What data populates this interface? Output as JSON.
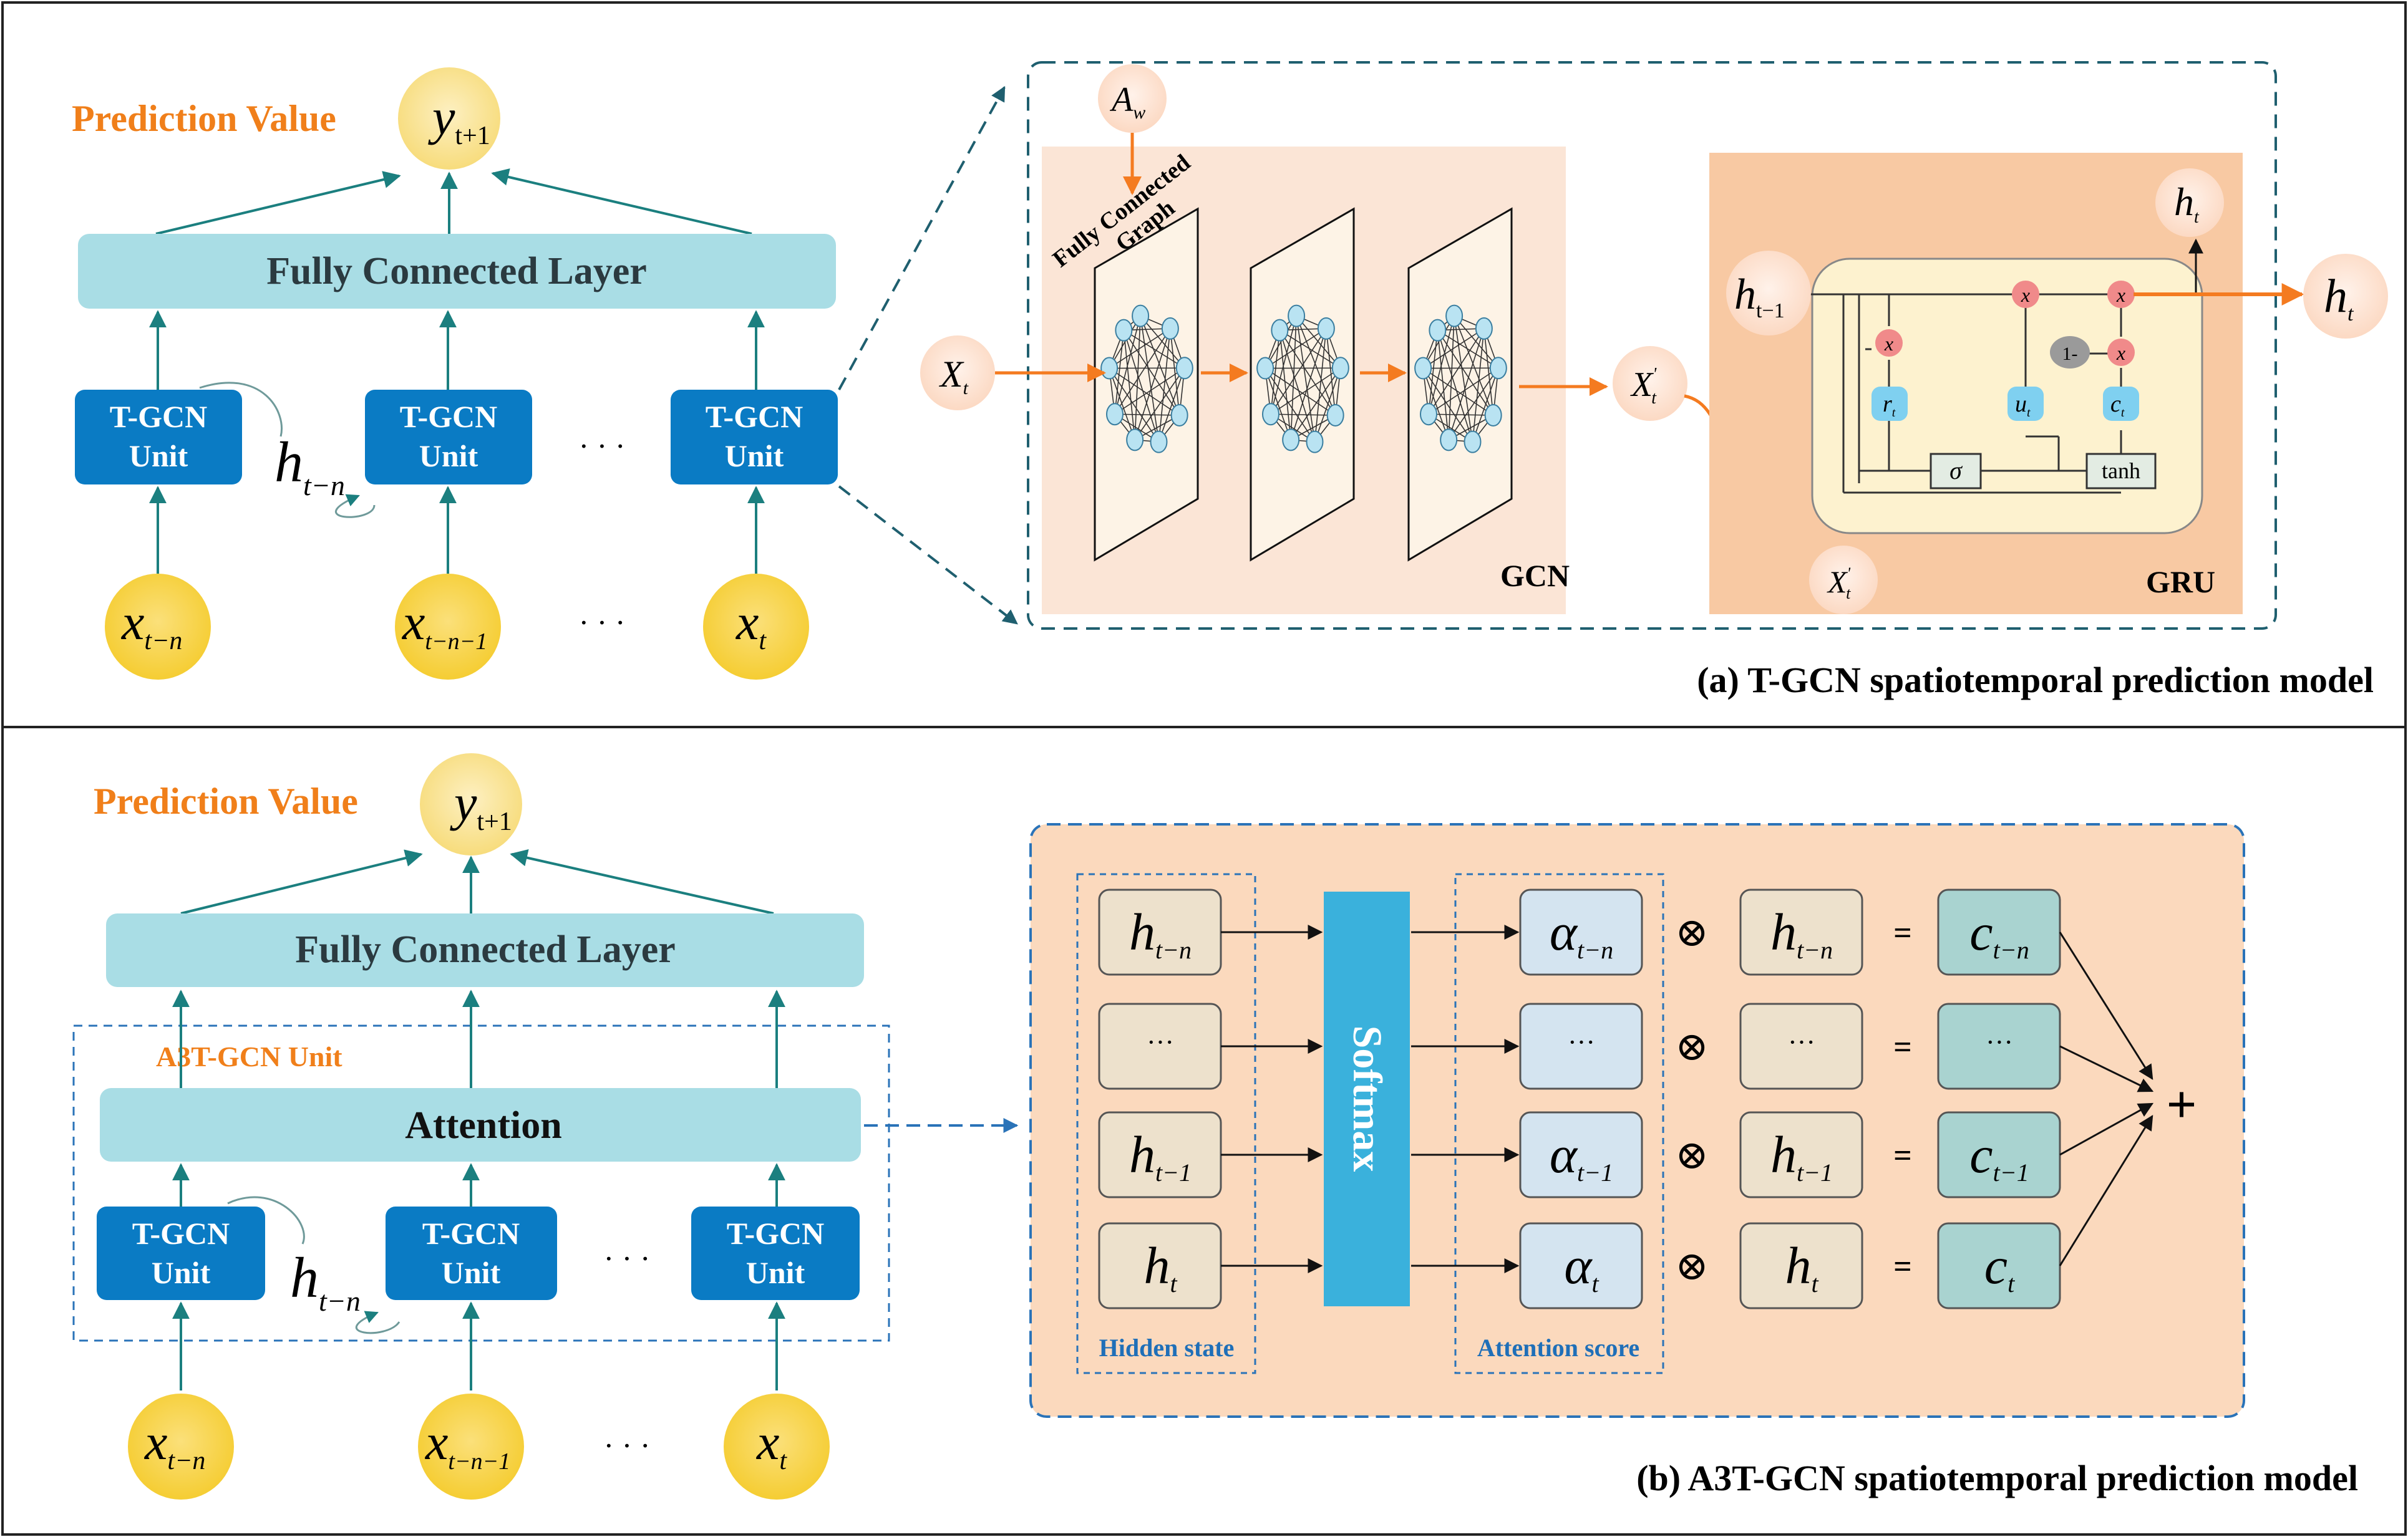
{
  "panel_a": {
    "caption": "(a)  T-GCN spatiotemporal prediction model",
    "prediction_label": "Prediction Value",
    "output_sym": "y",
    "output_sub": "t+1",
    "fc_label": "Fully Connected Layer",
    "unit_line1": "T-GCN",
    "unit_line2": "Unit",
    "hidden_sym": "h",
    "hidden_sub": "t−n",
    "ellipsis": "· · ·",
    "inputs": [
      {
        "sym": "x",
        "sub": "t−n"
      },
      {
        "sym": "x",
        "sub": "t−n−1"
      },
      {
        "sym": "x",
        "sub": "t"
      }
    ],
    "detail": {
      "adj_sym": "A",
      "adj_sub": "w",
      "graph_label_line1": "Fully Connected",
      "graph_label_line2": "Graph",
      "gcn_label": "GCN",
      "gru_label": "GRU",
      "in_sym": "X",
      "in_sub": "t",
      "mid_sym": "X",
      "mid_sub": "t",
      "mid_prime": "'",
      "hprev_sym": "h",
      "hprev_sub": "t−1",
      "hout_sym": "h",
      "hout_sub": "t",
      "mult": "x",
      "one_minus": "1-",
      "gate_r": "r",
      "gate_u": "u",
      "gate_c": "c",
      "gate_sub": "t",
      "sigma": "σ",
      "tanh": "tanh"
    }
  },
  "panel_b": {
    "caption": "(b)  A3T-GCN spatiotemporal prediction model",
    "prediction_label": "Prediction Value",
    "output_sym": "y",
    "output_sub": "t+1",
    "fc_label": "Fully Connected Layer",
    "unit_group_label": "A3T-GCN Unit",
    "attention_label": "Attention",
    "unit_line1": "T-GCN",
    "unit_line2": "Unit",
    "hidden_sym": "h",
    "hidden_sub": "t−n",
    "ellipsis": "· · ·",
    "inputs": [
      {
        "sym": "x",
        "sub": "t−n"
      },
      {
        "sym": "x",
        "sub": "t−n−1"
      },
      {
        "sym": "x",
        "sub": "t"
      }
    ],
    "detail": {
      "softmax_label": "Softmax",
      "hidden_state_label": "Hidden state",
      "attention_score_label": "Attention score",
      "otimes": "⊗",
      "equals": "=",
      "plus": "+",
      "dots": "···",
      "rows": [
        {
          "h_sub": "t−n",
          "a_sub": "t−n",
          "c_sub": "t−n",
          "dots": false
        },
        {
          "h_sub": "",
          "a_sub": "",
          "c_sub": "",
          "dots": true
        },
        {
          "h_sub": "t−1",
          "a_sub": "t−1",
          "c_sub": "t−1",
          "dots": false
        },
        {
          "h_sub": "t",
          "a_sub": "t",
          "c_sub": "t",
          "dots": false
        }
      ],
      "h_sym": "h",
      "a_sym": "α",
      "c_sym": "c"
    }
  },
  "colors": {
    "teal_arrow": "#1b7f7f",
    "unit_blue": "#0a7bc4",
    "fc_bg": "#a9dde5",
    "yellow_node": "#f7d23e",
    "orange_text": "#f07f1a",
    "orange_arrow": "#f47b20",
    "panel_peach": "#fbdcc4",
    "gru_bg": "#f8c9a3",
    "softmax_blue": "#3ab1dc",
    "dash_blue": "#2a73b8"
  }
}
